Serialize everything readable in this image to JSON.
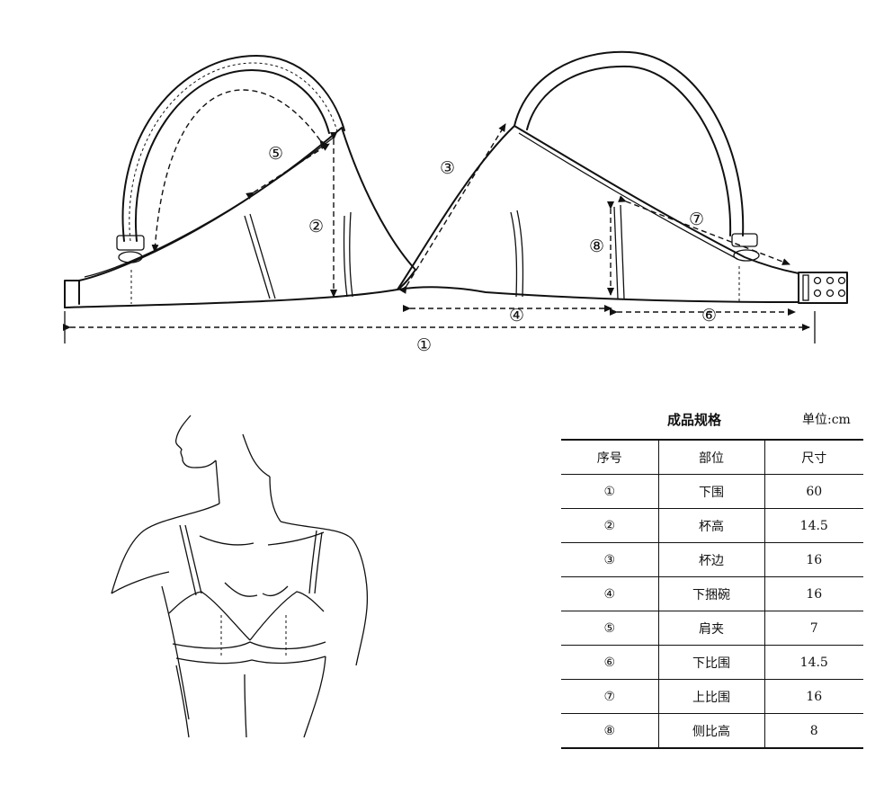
{
  "markers": [
    "①",
    "②",
    "③",
    "④",
    "⑤",
    "⑥",
    "⑦",
    "⑧"
  ],
  "spec_table": {
    "title": "成品规格",
    "unit": "单位:cm",
    "headers": [
      "序号",
      "部位",
      "尺寸"
    ],
    "rows": [
      {
        "no": "①",
        "part": "下围",
        "size": "60"
      },
      {
        "no": "②",
        "part": "杯高",
        "size": "14.5"
      },
      {
        "no": "③",
        "part": "杯边",
        "size": "16"
      },
      {
        "no": "④",
        "part": "下捆碗",
        "size": "16"
      },
      {
        "no": "⑤",
        "part": "肩夹",
        "size": "7"
      },
      {
        "no": "⑥",
        "part": "下比围",
        "size": "14.5"
      },
      {
        "no": "⑦",
        "part": "上比围",
        "size": "16"
      },
      {
        "no": "⑧",
        "part": "侧比高",
        "size": "8"
      }
    ]
  }
}
